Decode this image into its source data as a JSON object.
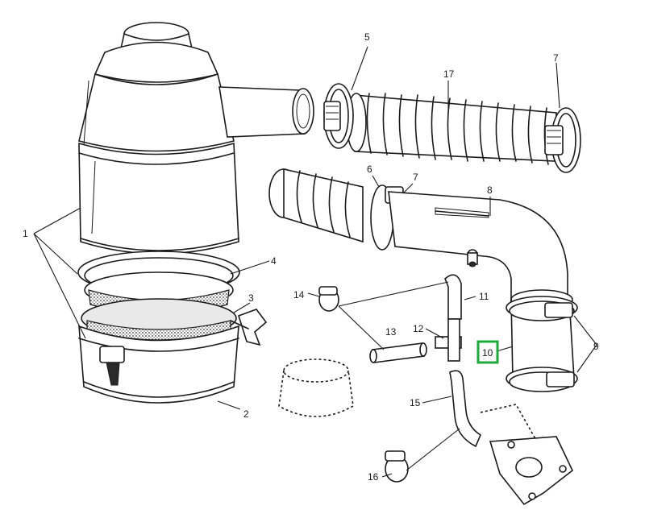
{
  "callouts": {
    "c1": "1",
    "c2": "2",
    "c3": "3",
    "c4": "4",
    "c5": "5",
    "c6": "6",
    "c7a": "7",
    "c7b": "7",
    "c8": "8",
    "c9": "9",
    "c10": "10",
    "c11": "11",
    "c12": "12",
    "c13": "13",
    "c14": "14",
    "c15": "15",
    "c16": "16",
    "c17": "17"
  },
  "highlight": {
    "target": "10",
    "color": "#1faa3c"
  }
}
